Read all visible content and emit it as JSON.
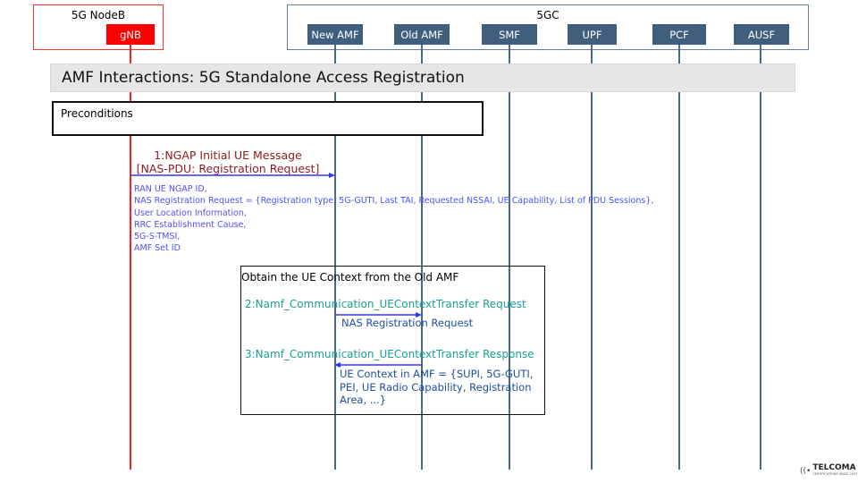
{
  "groups": {
    "ran": "5G NodeB",
    "core": "5GC"
  },
  "entities": [
    "gNB",
    "New AMF",
    "Old AMF",
    "SMF",
    "UPF",
    "PCF",
    "AUSF"
  ],
  "title": "AMF Interactions: 5G Standalone Access Registration",
  "preconditions": "Preconditions",
  "msg1": {
    "line1": "1:NGAP Initial UE Message",
    "line2": "[NAS-PDU: Registration Request]",
    "params": [
      "RAN UE NGAP ID,",
      "NAS Registration Request = {Registration type, 5G-GUTI, Last TAI, Requested NSSAI, UE Capability, List of PDU Sessions},",
      "User Location Information,",
      "RRC Establishment Cause,",
      "5G-S-TMSI,",
      "AMF Set ID"
    ]
  },
  "obtain": {
    "title": "Obtain the UE Context from the Old AMF",
    "msg2": "2:Namf_Communication_UEContextTransfer Request",
    "msg2_param": "NAS Registration Request",
    "msg3": "3:Namf_Communication_UEContextTransfer Response",
    "msg3_params": [
      "UE Context in AMF = {SUPI, 5G-GUTI,",
      "PEI, UE Radio Capability, Registration",
      "Area, ...}"
    ]
  },
  "logo": {
    "name": "TELCOMA",
    "tagline": "CERTIFICATIONS SINCE 2007"
  },
  "colors": {
    "gnb": "#ff0000",
    "entity": "#3f5f7d",
    "msg1": "#8b1a1a",
    "params": "#5050ff",
    "msg_teal": "#1a9e96",
    "param_blue": "#1f4fa0",
    "arrow": "#3333ff"
  }
}
